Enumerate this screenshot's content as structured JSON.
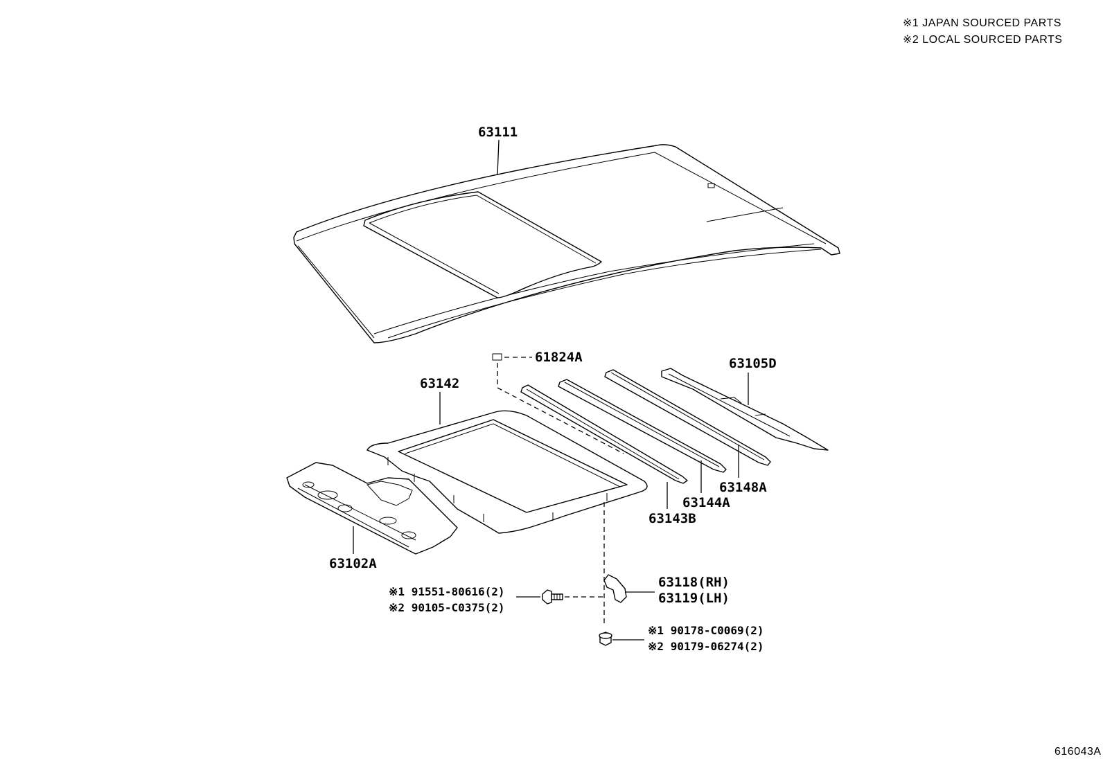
{
  "legend": [
    {
      "mark": "※1",
      "text": "JAPAN SOURCED PARTS"
    },
    {
      "mark": "※2",
      "text": "LOCAL SOURCED PARTS"
    }
  ],
  "parts": {
    "roof_panel": "63111",
    "plug": "61824A",
    "reinforcement_frame": "63142",
    "rear_rail": "63105D",
    "bow_1": "63148A",
    "bow_2": "63144A",
    "bow_3": "63143B",
    "front_rail": "63102A",
    "bracket_rh": "63118(RH)",
    "bracket_lh": "63119(LH)"
  },
  "fasteners": {
    "bolt": [
      {
        "mark": "※1",
        "code": "91551-80616(2)"
      },
      {
        "mark": "※2",
        "code": "90105-C0375(2)"
      }
    ],
    "nut": [
      {
        "mark": "※1",
        "code": "90178-C0069(2)"
      },
      {
        "mark": "※2",
        "code": "90179-06274(2)"
      }
    ]
  },
  "diagram_id": "616043A"
}
